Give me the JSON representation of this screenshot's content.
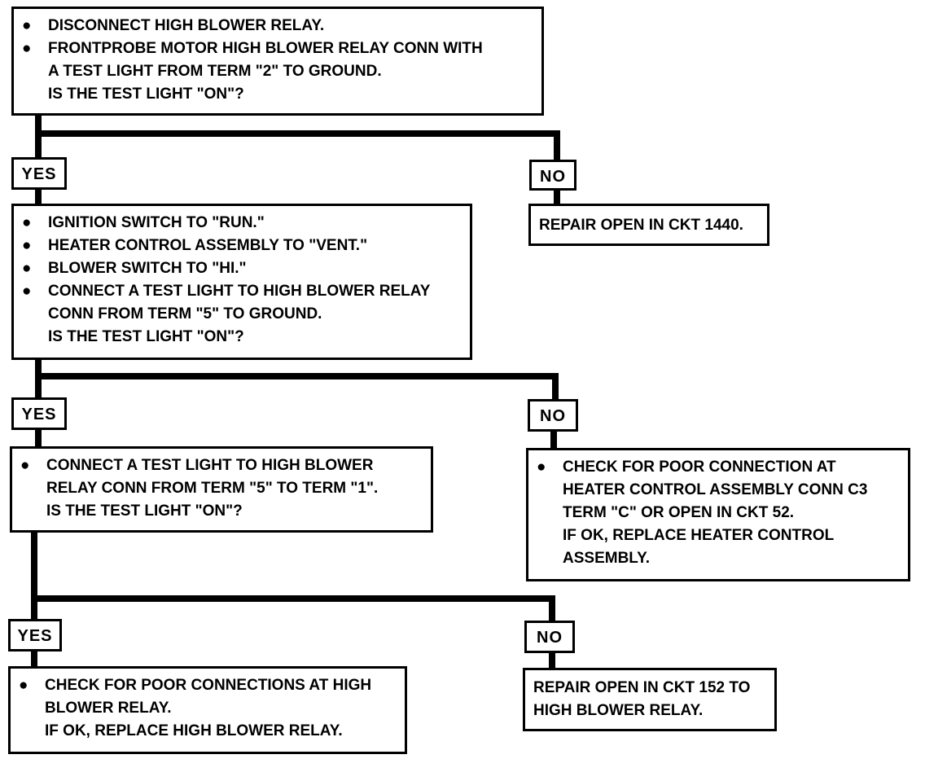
{
  "q1": {
    "lines": [
      {
        "bullet": true,
        "text": "DISCONNECT HIGH BLOWER RELAY."
      },
      {
        "bullet": true,
        "text": "FRONTPROBE MOTOR HIGH BLOWER RELAY CONN WITH"
      },
      {
        "bullet": false,
        "text": "A TEST LIGHT FROM TERM \"2\" TO GROUND."
      },
      {
        "bullet": false,
        "text": "IS THE TEST LIGHT \"ON\"?"
      }
    ]
  },
  "q1_yes": "YES",
  "q1_no": "NO",
  "q1_no_result": "REPAIR OPEN IN CKT 1440.",
  "q2": {
    "lines": [
      {
        "bullet": true,
        "text": "IGNITION SWITCH TO \"RUN.\""
      },
      {
        "bullet": true,
        "text": "HEATER CONTROL ASSEMBLY TO \"VENT.\""
      },
      {
        "bullet": true,
        "text": "BLOWER SWITCH TO \"HI.\""
      },
      {
        "bullet": true,
        "text": "CONNECT A TEST LIGHT TO HIGH BLOWER RELAY"
      },
      {
        "bullet": false,
        "text": "CONN FROM TERM \"5\" TO GROUND."
      },
      {
        "bullet": false,
        "text": "IS THE TEST LIGHT \"ON\"?"
      }
    ]
  },
  "q2_yes": "YES",
  "q2_no": "NO",
  "q2_no_result": {
    "lines": [
      {
        "bullet": true,
        "text": "CHECK FOR POOR CONNECTION AT"
      },
      {
        "bullet": false,
        "text": "HEATER CONTROL ASSEMBLY CONN C3"
      },
      {
        "bullet": false,
        "text": "TERM \"C\" OR OPEN IN CKT 52."
      },
      {
        "bullet": false,
        "text": "IF OK, REPLACE HEATER CONTROL"
      },
      {
        "bullet": false,
        "text": "ASSEMBLY."
      }
    ]
  },
  "q3": {
    "lines": [
      {
        "bullet": true,
        "text": "CONNECT A TEST LIGHT TO HIGH BLOWER"
      },
      {
        "bullet": false,
        "text": "RELAY CONN FROM TERM \"5\" TO TERM \"1\"."
      },
      {
        "bullet": false,
        "text": "IS THE TEST LIGHT \"ON\"?"
      }
    ]
  },
  "q3_yes": "YES",
  "q3_no": "NO",
  "q3_yes_result": {
    "lines": [
      {
        "bullet": true,
        "text": "CHECK FOR POOR CONNECTIONS AT HIGH"
      },
      {
        "bullet": false,
        "text": "BLOWER RELAY."
      },
      {
        "bullet": false,
        "text": "IF OK, REPLACE HIGH BLOWER RELAY."
      }
    ]
  },
  "q3_no_result": {
    "lines": [
      {
        "bullet": false,
        "text": "REPAIR OPEN IN CKT 152 TO"
      },
      {
        "bullet": false,
        "text": "HIGH BLOWER RELAY."
      }
    ]
  },
  "bullet_glyph": "●",
  "colors": {
    "ink": "#000000",
    "paper": "#ffffff"
  }
}
